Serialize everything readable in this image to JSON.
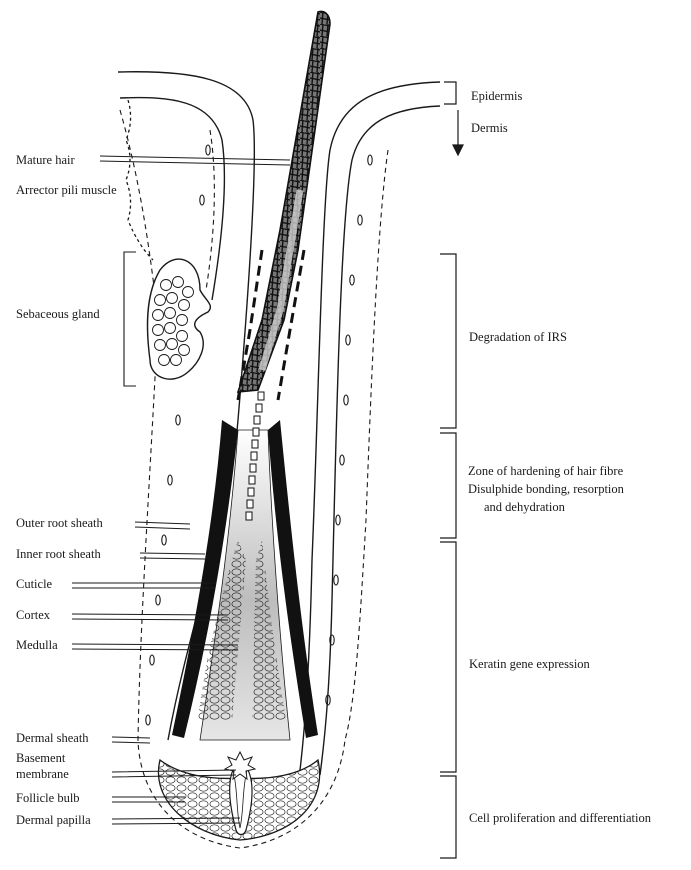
{
  "left_labels": {
    "mature_hair": "Mature hair",
    "arrector_pili": "Arrector pili muscle",
    "sebaceous_gland": "Sebaceous gland",
    "outer_root_sheath": "Outer root sheath",
    "inner_root_sheath": "Inner root sheath",
    "cuticle": "Cuticle",
    "cortex": "Cortex",
    "medulla": "Medulla",
    "dermal_sheath": "Dermal sheath",
    "basement_line1": "Basement",
    "basement_line2": "membrane",
    "follicle_bulb": "Follicle bulb",
    "dermal_papilla": "Dermal papilla"
  },
  "right_labels": {
    "epidermis": "Epidermis",
    "dermis": "Dermis",
    "degradation": "Degradation of IRS",
    "hardening_line1": "Zone of hardening of hair fibre",
    "hardening_line2": "Disulphide bonding, resorption",
    "hardening_line3": "and dehydration",
    "keratin": "Keratin gene expression",
    "proliferation": "Cell proliferation and differentiation"
  },
  "colors": {
    "ink": "#1a1a1a",
    "paper": "#ffffff",
    "shade": "#b8b8b8"
  }
}
